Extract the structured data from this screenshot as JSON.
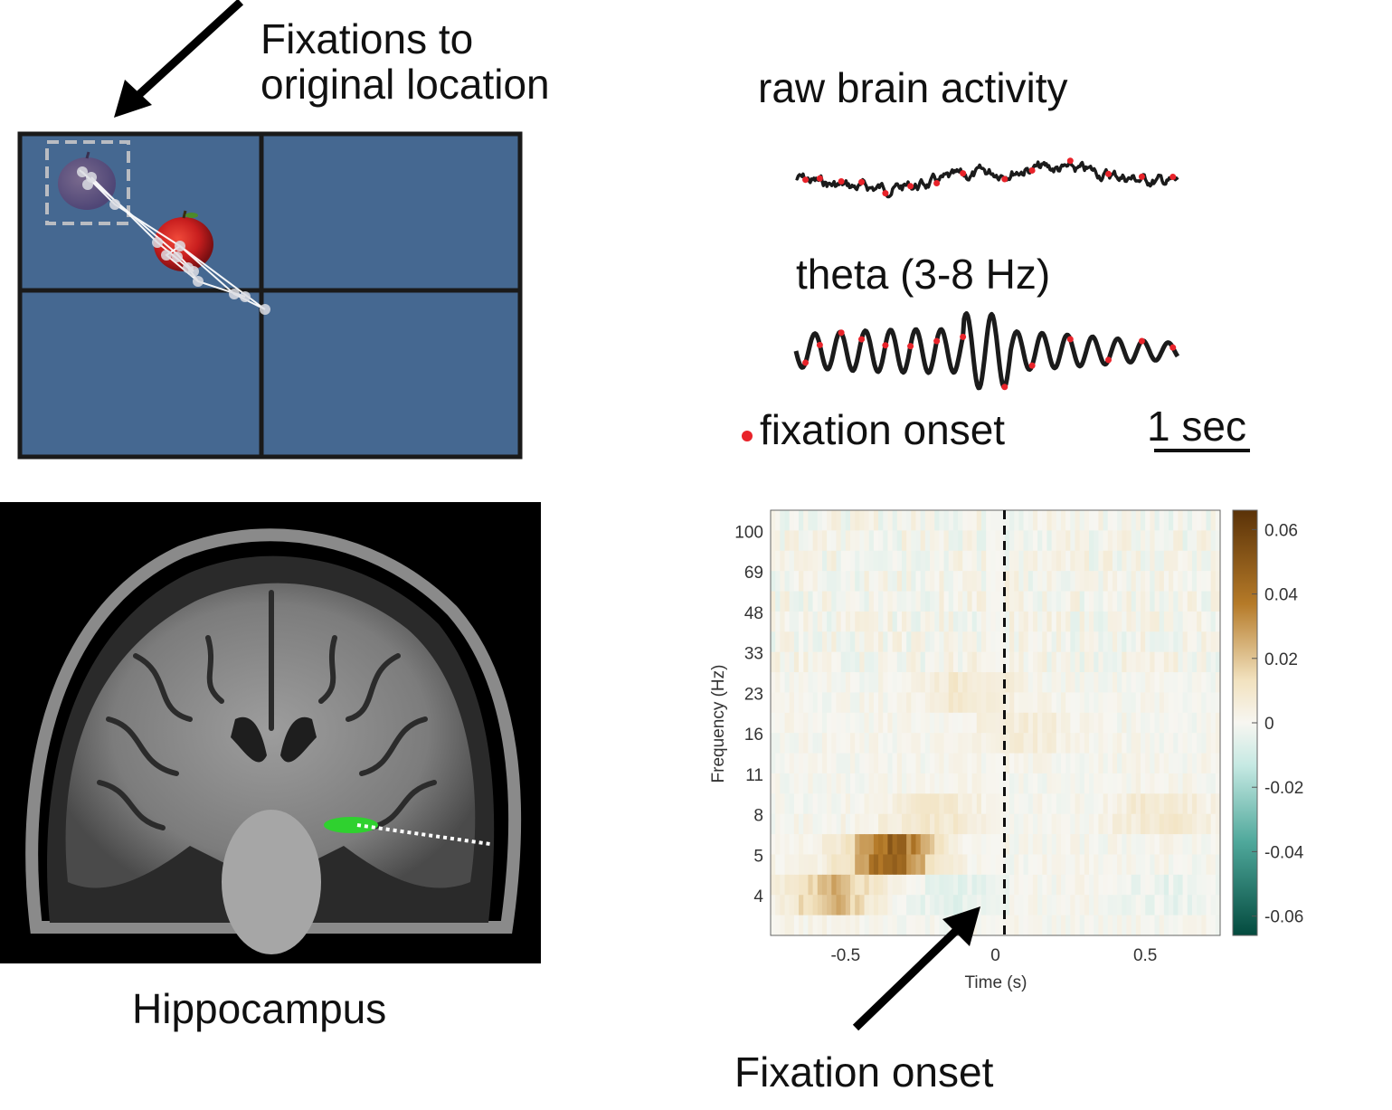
{
  "labels": {
    "fixations_title_line1": "Fixations to",
    "fixations_title_line2": "original location",
    "raw_title": "raw brain activity",
    "theta_title": "theta (3-8 Hz)",
    "fixation_legend": "fixation onset",
    "scale_bar": "1 sec",
    "hippocampus": "Hippocampus",
    "fixation_onset": "Fixation onset"
  },
  "colors": {
    "screen_blue": "#456891",
    "fixation_dot": "#e8232a",
    "hippocampus_green": "#2fd12f",
    "cmap_brown": "#5a3208",
    "cmap_teal": "#034a3e"
  },
  "chart_data": {
    "type": "heatmap",
    "title": "",
    "xlabel": "Time (s)",
    "ylabel": "Frequency (Hz)",
    "xlim": [
      -0.75,
      0.75
    ],
    "x_ticks": [
      "-0.5",
      "0",
      "0.5"
    ],
    "y_ticks": [
      "100",
      "69",
      "48",
      "33",
      "23",
      "16",
      "11",
      "8",
      "5",
      "4"
    ],
    "colorbar_ticks": [
      "0.06",
      "0.04",
      "0.02",
      "0",
      "-0.02",
      "-0.04",
      "-0.06"
    ],
    "clim": [
      -0.066,
      0.066
    ],
    "event_line_x": 0,
    "blobs": [
      {
        "t": -0.35,
        "f": "5",
        "value": 0.065
      },
      {
        "t": -0.55,
        "f": "4",
        "value": 0.04
      },
      {
        "t": -0.2,
        "f": "8",
        "value": 0.02
      },
      {
        "t": -0.1,
        "f": "23",
        "value": 0.02
      },
      {
        "t": 0.55,
        "f": "8",
        "value": 0.02
      },
      {
        "t": 0.1,
        "f": "16",
        "value": 0.015
      },
      {
        "t": -0.15,
        "f": "4",
        "value": -0.015
      },
      {
        "t": 0.6,
        "f": "4",
        "value": -0.01
      }
    ]
  }
}
